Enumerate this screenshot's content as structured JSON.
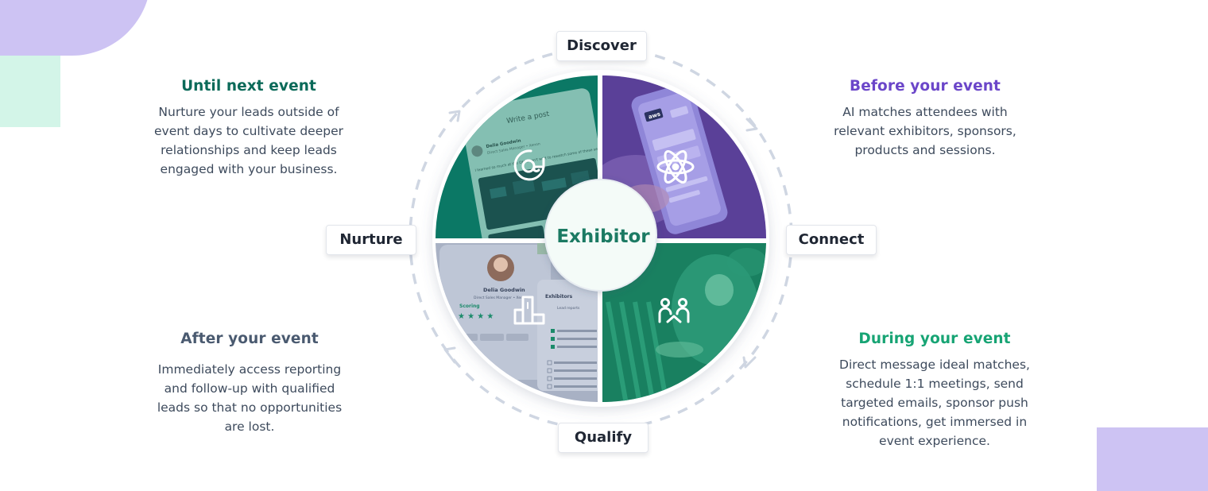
{
  "center_label": "Exhibitor",
  "stages": {
    "discover": "Discover",
    "nurture": "Nurture",
    "connect": "Connect",
    "qualify": "Qualify"
  },
  "phases": {
    "until_next": {
      "title": "Until next event",
      "text": "Nurture your leads outside of event days to cultivate deeper relationships and keep leads engaged with your business."
    },
    "before": {
      "title": "Before your event",
      "text": "AI matches attendees with relevant exhibitors, sponsors, products and sessions."
    },
    "after": {
      "title": "After your event",
      "text": "Immediately access reporting and follow-up with qualified leads so that no opportunities are lost."
    },
    "during": {
      "title": "During your event",
      "text": "Direct message ideal matches, schedule 1:1 meetings, send targeted emails, sponsor push notifications, get immersed in event experience."
    }
  },
  "mockup_text": {
    "post_header": "Write a post",
    "person_name": "Delia Goodwin",
    "person_role": "Direct Sales Manager • Xenon",
    "post_body": "I learned so much at the DMP, can't wait to rewatch some of these sessions with like-minded individuals!",
    "aws_tag": "aws",
    "scoring_label": "Scoring",
    "exhibitors_label": "Exhibitors",
    "lead_reports": "Lead reports"
  },
  "colors": {
    "teal": "#0b6a59",
    "purple": "#6b46c9",
    "slate": "#4a5a70",
    "green": "#17a474",
    "dash": "#cfd6e2"
  },
  "icons": {
    "top_left": "refresh-at-icon",
    "top_right": "atom-icon",
    "bottom_left": "podium-icon",
    "bottom_right": "meeting-handshake-icon"
  }
}
